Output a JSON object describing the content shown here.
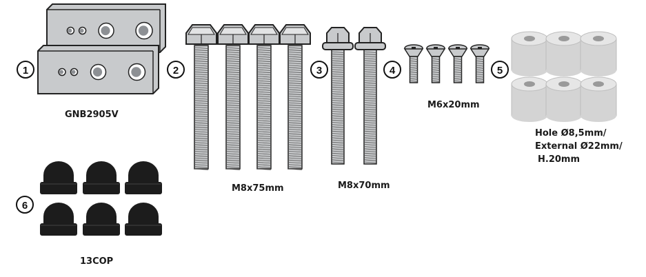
{
  "items": [
    {
      "number": "1",
      "label": "GNB2905V",
      "part": "bracket-block"
    },
    {
      "number": "2",
      "label": "M8x75mm",
      "part": "hex-bolt"
    },
    {
      "number": "3",
      "label": "M8x70mm",
      "part": "flange-bolt"
    },
    {
      "number": "4",
      "label": "M6x20mm",
      "part": "countersunk-screw"
    },
    {
      "number": "5",
      "label_lines": [
        "Hole Ø8,5mm/",
        "External Ø22mm/",
        "H.20mm"
      ],
      "part": "spacer"
    },
    {
      "number": "6",
      "label": "13COP",
      "part": "cap-nut-cover"
    }
  ],
  "colors": {
    "metal": "#c8cacc",
    "metal_dark": "#8d9094",
    "cap": "#1c1c1c",
    "spacer": "#d4d4d4",
    "outline": "#222222"
  }
}
